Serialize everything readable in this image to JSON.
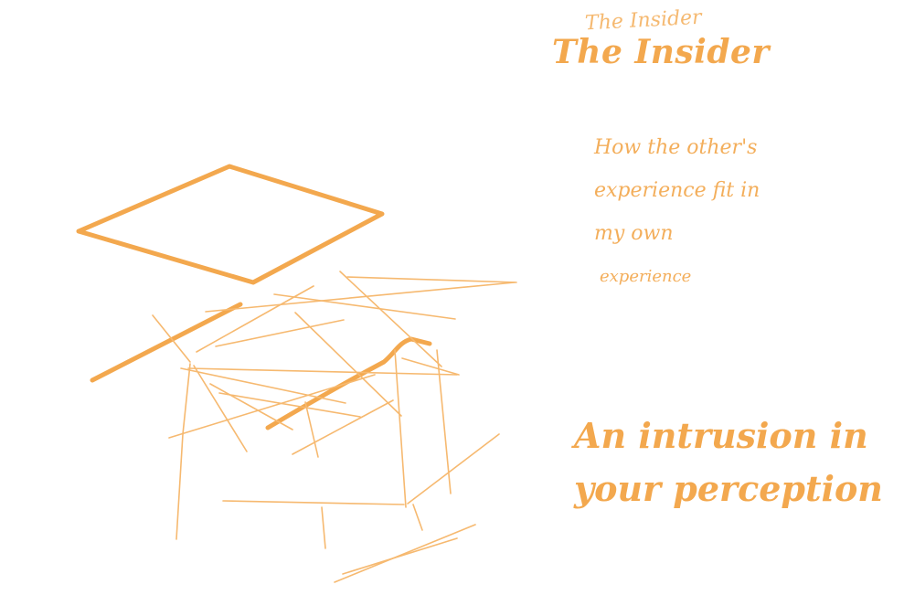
{
  "title_faint": "The Insider",
  "title": "The Insider",
  "note_lines": [
    "How the other's",
    "experience fit in",
    "my own",
    "experience"
  ],
  "tagline_lines": [
    "An intrusion in",
    "your perception"
  ],
  "colors": {
    "ink": "#f3a84e",
    "ink_thin": "#f6b970",
    "background": "#ffffff"
  }
}
